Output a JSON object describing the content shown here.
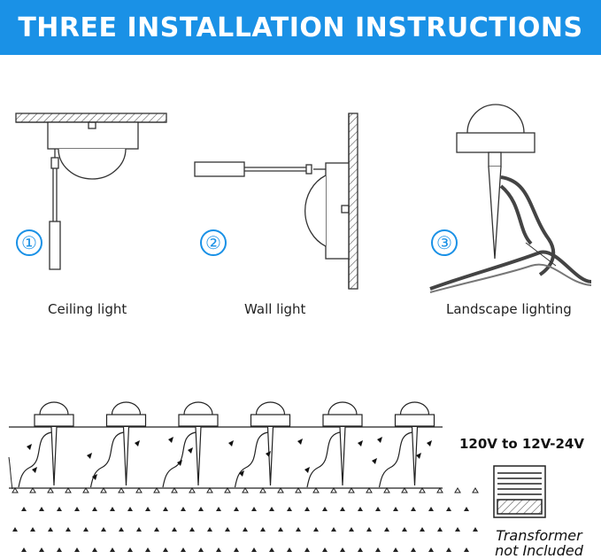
{
  "header": {
    "title": "THREE INSTALLATION INSTRUCTIONS"
  },
  "methods": [
    {
      "number": "①",
      "label": "Ceiling light"
    },
    {
      "number": "②",
      "label": "Wall light"
    },
    {
      "number": "③",
      "label": "Landscape lighting"
    }
  ],
  "wiring": {
    "voltage_label": "120V to 12V-24V",
    "transformer_note_line1": "Transformer",
    "transformer_note_line2": "not Included",
    "light_count": 6
  },
  "colors": {
    "banner": "#1a91e6",
    "accent": "#1a91e6",
    "line": "#333333"
  }
}
